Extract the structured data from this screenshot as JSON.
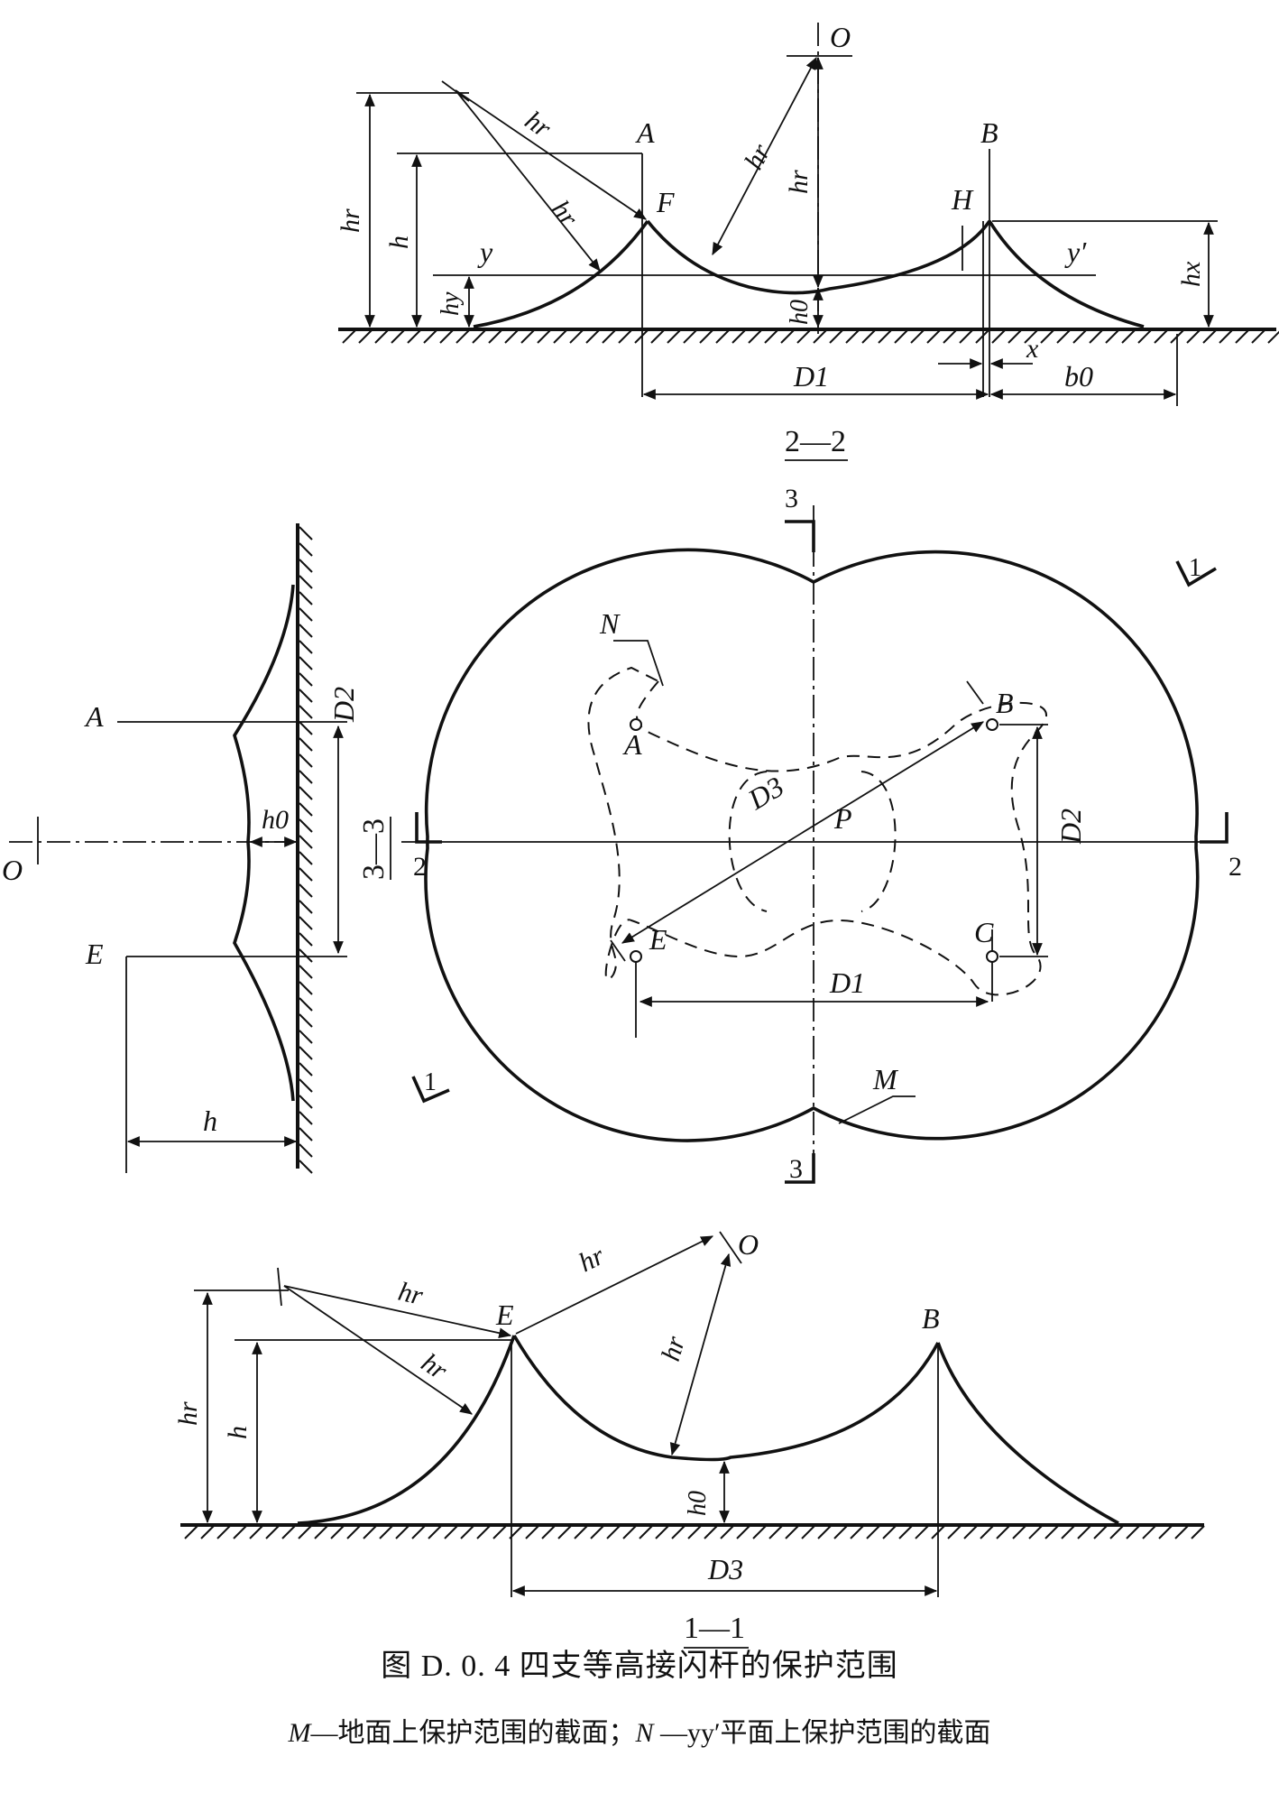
{
  "figure": {
    "title": "图 D. 0. 4 四支等高接闪杆的保护范围",
    "legend": {
      "m_key": "M",
      "m_text": "—地面上保护范围的截面；",
      "n_key": "N",
      "n_text": " —yy′平面上保护范围的截面"
    }
  },
  "section_top": {
    "label": "2—2",
    "points": {
      "A": "A",
      "B": "B",
      "F": "F",
      "H": "H",
      "O": "O",
      "y": "y",
      "y_prime": "y′"
    },
    "dims": {
      "hr": "hr",
      "h": "h",
      "hy": "hy",
      "h0": "h0",
      "hx": "hx",
      "D1": "D1",
      "x": "x",
      "b0": "b0"
    }
  },
  "plan_view": {
    "points": {
      "A": "A",
      "B": "B",
      "C": "C",
      "E": "E",
      "P": "P"
    },
    "curves": {
      "M": "M",
      "N": "N"
    },
    "dims": {
      "D1": "D1",
      "D2": "D2",
      "D3": "D3"
    },
    "cuts": {
      "one": "1",
      "two": "2",
      "three": "3"
    }
  },
  "section_side": {
    "label": "3—3",
    "points": {
      "A": "A",
      "E": "E",
      "O": "O"
    },
    "dims": {
      "D2": "D2",
      "h0": "h0",
      "h": "h"
    }
  },
  "section_bottom": {
    "label": "1—1",
    "points": {
      "E": "E",
      "B": "B",
      "O": "O"
    },
    "dims": {
      "hr": "hr",
      "h": "h",
      "h0": "h0",
      "D3": "D3"
    }
  },
  "colors": {
    "ink": "#111111",
    "paper": "#ffffff"
  }
}
